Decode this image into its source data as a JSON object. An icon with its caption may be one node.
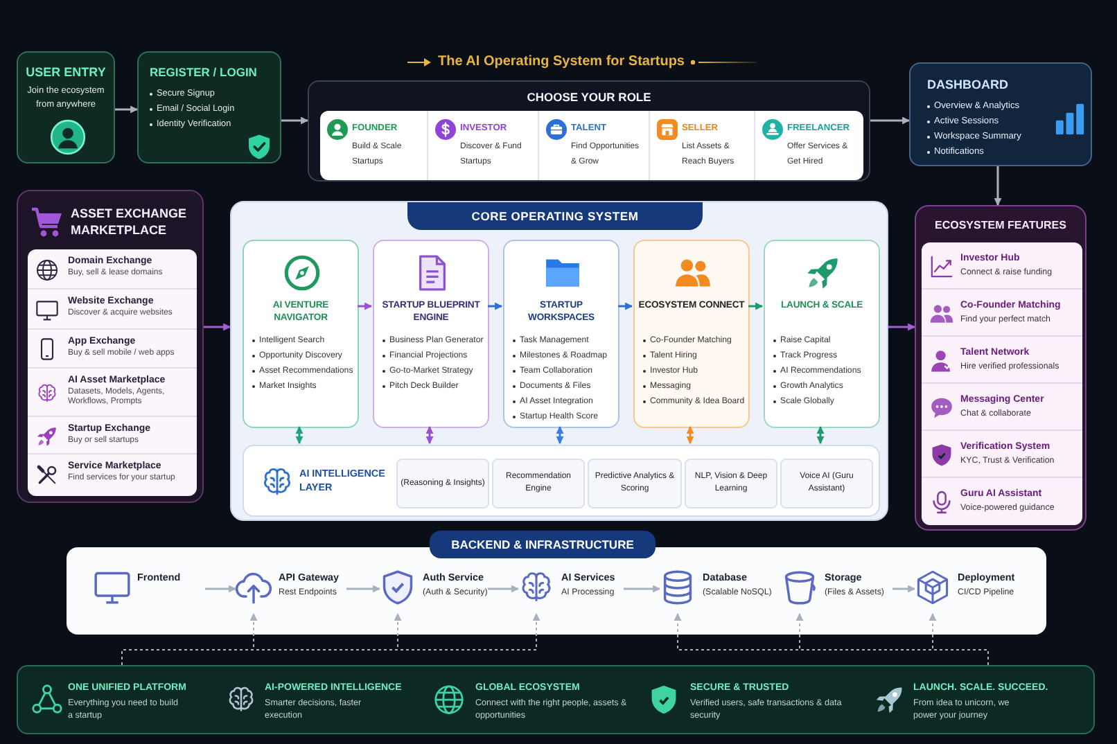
{
  "diagram": {
    "title": "The AI Operating System for Startups",
    "nodes": [
      {
        "text": [
          "USER ENTRY",
          "Join the ecosystem from anywhere"
        ]
      },
      {
        "text": [
          "REGISTER / LOGIN",
          "Secure Signup",
          "Email / Social Login",
          "Identity Verification"
        ]
      },
      {
        "text": [
          "CHOOSE YOUR ROLE"
        ]
      },
      {
        "text": [
          "FOUNDER",
          "Build & Scale Startups"
        ],
        "in": 2
      },
      {
        "text": [
          "INVESTOR",
          "Discover & Fund Startups"
        ],
        "in": 2
      },
      {
        "text": [
          "TALENT",
          "Find Opportunities & Grow"
        ],
        "in": 2
      },
      {
        "text": [
          "SELLER",
          "List Assets & Reach Buyers"
        ],
        "in": 2
      },
      {
        "text": [
          "FREELANCER",
          "Offer Services & Get Hired"
        ],
        "in": 2
      },
      {
        "text": [
          "DASHBOARD",
          "Overview & Analytics",
          "Active Sessions",
          "Workspace Summary",
          "Notifications"
        ]
      },
      {
        "text": [
          "ASSET EXCHANGE MARKETPLACE"
        ]
      },
      {
        "text": [
          "Domain Exchange",
          "Buy, sell & lease domains"
        ],
        "in": 9
      },
      {
        "text": [
          "Website Exchange",
          "Discover & acquire websites"
        ],
        "in": 9
      },
      {
        "text": [
          "App Exchange",
          "Buy & sell mobile / web apps"
        ],
        "in": 9
      },
      {
        "text": [
          "AI Asset Marketplace",
          "Datasets, Models, Agents, Workflows, Prompts"
        ],
        "in": 9
      },
      {
        "text": [
          "Startup Exchange",
          "Buy or sell startups"
        ],
        "in": 9
      },
      {
        "text": [
          "Service Marketplace",
          "Find services for your startup"
        ],
        "in": 9
      },
      {
        "text": [
          "CORE OPERATING SYSTEM"
        ]
      },
      {
        "text": [
          "AI VENTURE NAVIGATOR",
          "Intelligent Search",
          "Opportunity Discovery",
          "Asset Recommendations",
          "Market Insights"
        ],
        "in": 16
      },
      {
        "text": [
          "STARTUP BLUEPRINT ENGINE",
          "Business Plan Generator",
          "Financial Projections",
          "Go-to-Market Strategy",
          "Pitch Deck Builder"
        ],
        "in": 16
      },
      {
        "text": [
          "STARTUP WORKSPACES",
          "Task Management",
          "Milestones & Roadmap",
          "Team Collaboration",
          "Documents & Files",
          "AI Asset Integration",
          "Startup Health Score"
        ],
        "in": 16
      },
      {
        "text": [
          "ECOSYSTEM CONNECT",
          "Co-Founder Matching",
          "Talent Hiring",
          "Investor Hub",
          "Messaging",
          "Community & Idea Board"
        ],
        "in": 16
      },
      {
        "text": [
          "LAUNCH & SCALE",
          "Raise Capital",
          "Track Progress",
          "AI Recommendations",
          "Growth Analytics",
          "Scale Globally"
        ],
        "in": 16
      },
      {
        "text": [
          "AI INTELLIGENCE LAYER"
        ],
        "in": 16
      },
      {
        "text": [
          "(Reasoning & Insights)"
        ],
        "in": 22
      },
      {
        "text": [
          "Recommendation Engine"
        ],
        "in": 22
      },
      {
        "text": [
          "Predictive Analytics & Scoring"
        ],
        "in": 22
      },
      {
        "text": [
          "NLP, Vision & Deep Learning"
        ],
        "in": 22
      },
      {
        "text": [
          "Voice AI (Guru Assistant)"
        ],
        "in": 22
      },
      {
        "text": [
          "ECOSYSTEM FEATURES"
        ]
      },
      {
        "text": [
          "Investor Hub",
          "Connect & raise funding"
        ],
        "in": 28
      },
      {
        "text": [
          "Co-Founder Matching",
          "Find your perfect match"
        ],
        "in": 28
      },
      {
        "text": [
          "Talent Network",
          "Hire verified professionals"
        ],
        "in": 28
      },
      {
        "text": [
          "Messaging Center",
          "Chat & collaborate"
        ],
        "in": 28
      },
      {
        "text": [
          "Verification System",
          "KYC, Trust & Verification"
        ],
        "in": 28
      },
      {
        "text": [
          "Guru AI Assistant",
          "Voice-powered guidance"
        ],
        "in": 28
      },
      {
        "text": [
          "BACKEND & INFRASTRUCTURE"
        ]
      },
      {
        "text": [
          "Frontend"
        ],
        "in": 35
      },
      {
        "text": [
          "API Gateway",
          "Rest Endpoints"
        ],
        "in": 35
      },
      {
        "text": [
          "Auth Service",
          "(Auth & Security)"
        ],
        "in": 35
      },
      {
        "text": [
          "AI Services",
          "AI Processing"
        ],
        "in": 35
      },
      {
        "text": [
          "Database",
          "(Scalable NoSQL)"
        ],
        "in": 35
      },
      {
        "text": [
          "Storage",
          "(Files & Assets)"
        ],
        "in": 35
      },
      {
        "text": [
          "Deployment",
          "CI/CD Pipeline"
        ],
        "in": 35
      },
      {
        "text": [
          "ONE UNIFIED PLATFORM",
          "Everything you need to build a startup",
          "AI-POWERED INTELLIGENCE",
          "Smarter decisions, faster execution",
          "GLOBAL ECOSYSTEM",
          "Connect with the right people, assets & opportunities",
          "SECURE & TRUSTED",
          "Verified users, safe transactions & data security",
          "LAUNCH. SCALE. SUCCEED.",
          "From idea to unicorn, we power your journey"
        ]
      }
    ],
    "edges": [
      {
        "from": 0,
        "to": 1,
        "arrow": "to"
      },
      {
        "from": 1,
        "to": 2,
        "arrow": "to"
      },
      {
        "from": 2,
        "to": 8,
        "arrow": "to"
      },
      {
        "from": 8,
        "to": 28,
        "arrow": "to"
      },
      {
        "from": 9,
        "to": 16,
        "arrow": "to",
        "color": "#a45fd0"
      },
      {
        "from": 16,
        "to": 28,
        "arrow": "to",
        "color": "#a45fd0"
      },
      {
        "from": 17,
        "to": 18,
        "arrow": "to",
        "color": "#9a50d2"
      },
      {
        "from": 18,
        "to": 19,
        "arrow": "to",
        "color": "#2f6fd6"
      },
      {
        "from": 19,
        "to": 20,
        "arrow": "to",
        "color": "#2f6fd6"
      },
      {
        "from": 20,
        "to": 21,
        "arrow": "to",
        "color": "#1f9a6a"
      },
      {
        "from": 17,
        "to": 22,
        "arrow": "both",
        "color": "#1fa37f"
      },
      {
        "from": 18,
        "to": 22,
        "arrow": "both",
        "color": "#9a50d2"
      },
      {
        "from": 19,
        "to": 22,
        "arrow": "both",
        "color": "#3a7be0"
      },
      {
        "from": 20,
        "to": 22,
        "arrow": "both",
        "color": "#f08a25"
      },
      {
        "from": 21,
        "to": 22,
        "arrow": "both",
        "color": "#1f9a6a"
      },
      {
        "from": 36,
        "to": 37,
        "arrow": "to"
      },
      {
        "from": 37,
        "to": 38,
        "arrow": "to"
      },
      {
        "from": 38,
        "to": 39,
        "arrow": "to"
      },
      {
        "from": 39,
        "to": 40,
        "arrow": "to"
      },
      {
        "from": 41,
        "to": 42,
        "arrow": "to"
      },
      {
        "from": 43,
        "to": 37,
        "arrow": "to",
        "style": "dashed"
      },
      {
        "from": 43,
        "to": 38,
        "arrow": "to",
        "style": "dashed"
      },
      {
        "from": 43,
        "to": 39,
        "arrow": "to",
        "style": "dashed"
      },
      {
        "from": 43,
        "to": 40,
        "arrow": "to",
        "style": "dashed"
      },
      {
        "from": 43,
        "to": 41,
        "arrow": "to",
        "style": "dashed"
      },
      {
        "from": 43,
        "to": 42,
        "arrow": "to",
        "style": "dashed"
      }
    ]
  }
}
